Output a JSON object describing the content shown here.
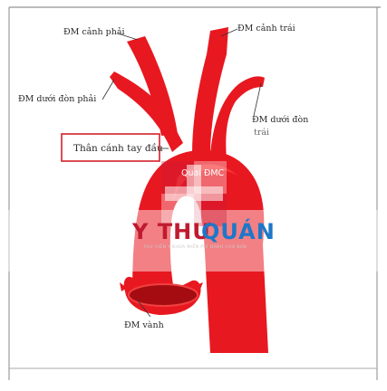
{
  "labels": {
    "right_common_carotid": "ĐM cảnh phải",
    "left_common_carotid": "ĐM cảnh trái",
    "right_subclavian": "ĐM dưới đòn phải",
    "left_subclavian_line1": "ĐM dưới đòn",
    "left_subclavian_line2": "trái",
    "brachiocephalic_trunk": "Thân cánh tay đầu",
    "aortic_arch": "Quai ĐMC",
    "coronary_artery": "ĐM vành"
  },
  "watermark": {
    "text_left": "Y THƯ",
    "text_right": "QUÁN",
    "tagline": "THƯ VIỆN Y KHOA MIỄN PHÍ DÀNH CHO BẠN"
  },
  "colors": {
    "artery": "#e81820",
    "artery_dark": "#a50c12",
    "highlight_box": "#d4202a",
    "watermark_left": "#c01a30",
    "watermark_right": "#1e77c8",
    "watermark_cross": "#c81e3c"
  }
}
